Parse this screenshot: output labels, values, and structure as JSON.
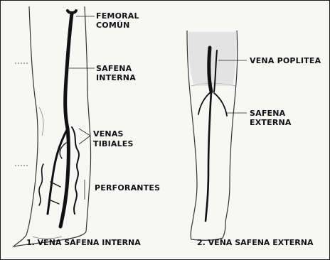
{
  "figure_1": {
    "caption": "1. VENA SAFENA INTERNA",
    "labels": {
      "femoral_line1": "FEMORAL",
      "femoral_line2": "COMÚN",
      "safena_int_line1": "SAFENA",
      "safena_int_line2": "INTERNA",
      "venas_line1": "VENAS",
      "venas_line2": "TIBIALES",
      "perforantes": "PERFORANTES"
    }
  },
  "figure_2": {
    "caption": "2. VENA SAFENA EXTERNA",
    "labels": {
      "poplitea": "VENA POPLITEA",
      "safena_ext_line1": "SAFENA",
      "safena_ext_line2": "EXTERNA"
    }
  },
  "colors": {
    "ink": "#111111",
    "paper": "#f7f7f5",
    "shade": "#cfcfcf"
  }
}
